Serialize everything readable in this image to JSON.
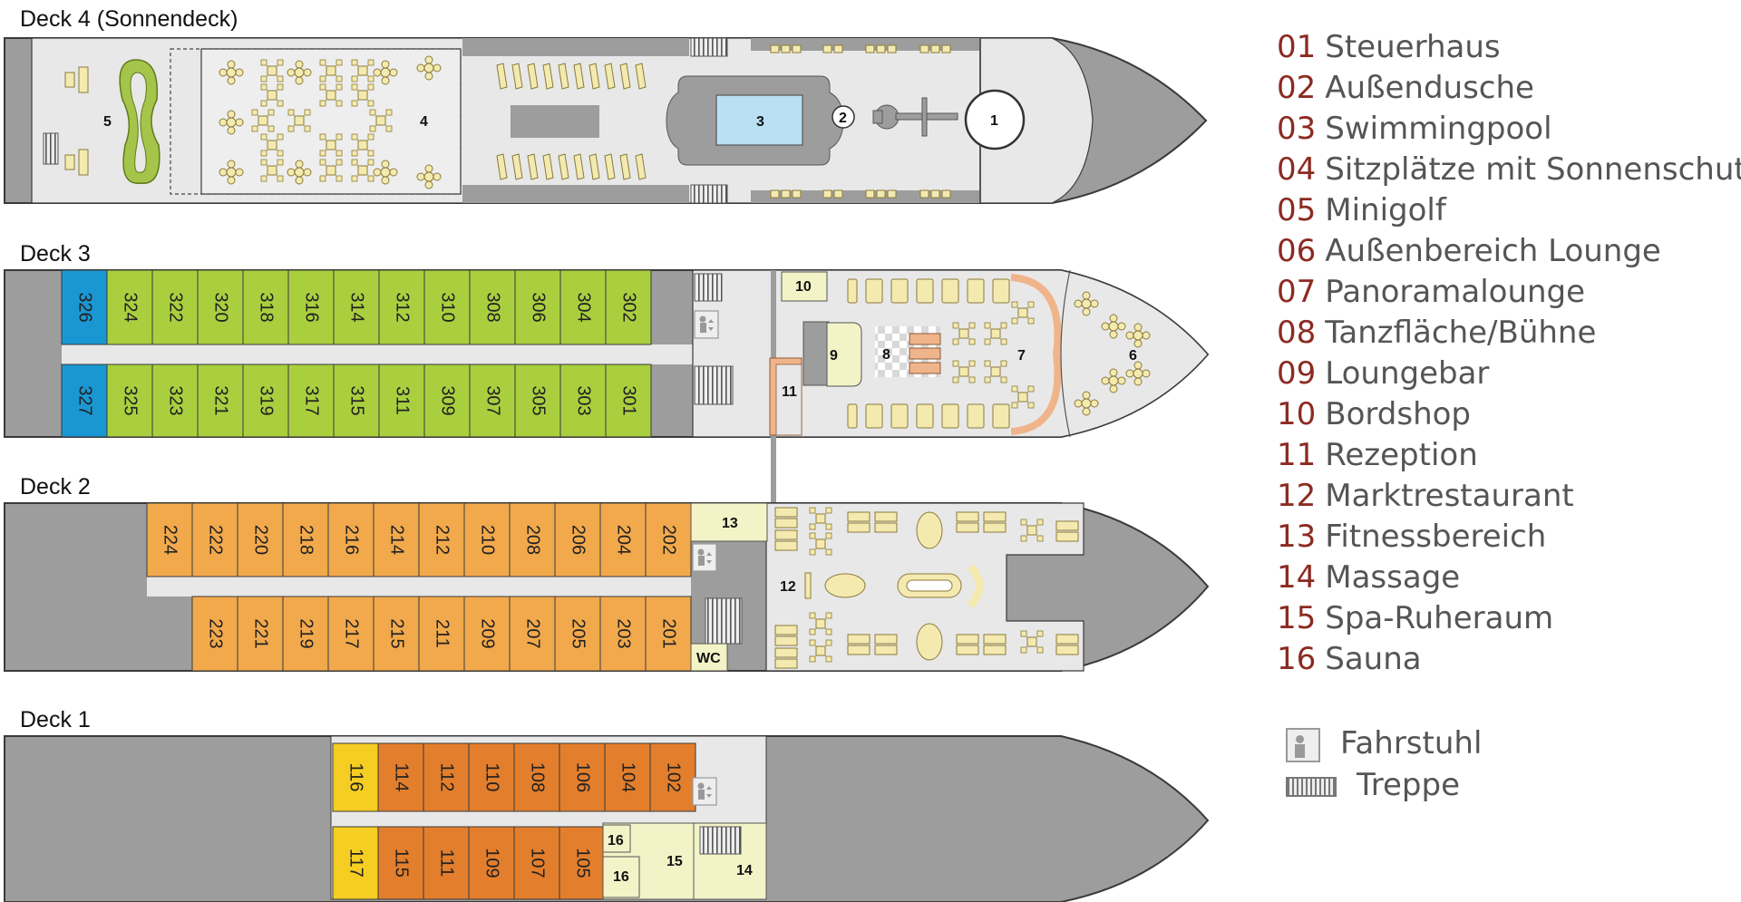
{
  "decks": {
    "deck4": {
      "label": "Deck 4 (Sonnendeck)"
    },
    "deck3": {
      "label": "Deck 3"
    },
    "deck2": {
      "label": "Deck 2"
    },
    "deck1": {
      "label": "Deck 1"
    }
  },
  "areas_deck4": {
    "a1": "1",
    "a2": "2",
    "a3": "3",
    "a4": "4",
    "a5": "5"
  },
  "areas_deck3": {
    "a6": "6",
    "a7": "7",
    "a8": "8",
    "a9": "9",
    "a10": "10",
    "a11": "11"
  },
  "areas_deck2": {
    "a12": "12",
    "a13": "13",
    "wc": "WC"
  },
  "areas_deck1": {
    "a14": "14",
    "a15": "15",
    "a16a": "16",
    "a16b": "16"
  },
  "cabins": {
    "deck3_top": [
      "326",
      "324",
      "322",
      "320",
      "318",
      "316",
      "314",
      "312",
      "310",
      "308",
      "306",
      "304",
      "302"
    ],
    "deck3_bottom": [
      "327",
      "325",
      "323",
      "321",
      "319",
      "317",
      "315",
      "311",
      "309",
      "307",
      "305",
      "303",
      "301"
    ],
    "deck2_top": [
      "224",
      "222",
      "220",
      "218",
      "216",
      "214",
      "212",
      "210",
      "208",
      "206",
      "204",
      "202"
    ],
    "deck2_bottom": [
      "223",
      "221",
      "219",
      "217",
      "215",
      "211",
      "209",
      "207",
      "205",
      "203",
      "201"
    ],
    "deck1_top": [
      "116",
      "114",
      "112",
      "110",
      "108",
      "106",
      "104",
      "102"
    ],
    "deck1_bottom": [
      "117",
      "115",
      "111",
      "109",
      "107",
      "105"
    ]
  },
  "legend": [
    {
      "num": "01",
      "label": "Steuerhaus"
    },
    {
      "num": "02",
      "label": "Außendusche"
    },
    {
      "num": "03",
      "label": "Swimmingpool"
    },
    {
      "num": "04",
      "label": "Sitzplätze mit Sonnenschutz"
    },
    {
      "num": "05",
      "label": "Minigolf"
    },
    {
      "num": "06",
      "label": "Außenbereich Lounge"
    },
    {
      "num": "07",
      "label": "Panoramalounge"
    },
    {
      "num": "08",
      "label": "Tanzfläche/Bühne"
    },
    {
      "num": "09",
      "label": "Loungebar"
    },
    {
      "num": "10",
      "label": "Bordshop"
    },
    {
      "num": "11",
      "label": "Rezeption"
    },
    {
      "num": "12",
      "label": "Marktrestaurant"
    },
    {
      "num": "13",
      "label": "Fitnessbereich"
    },
    {
      "num": "14",
      "label": "Massage"
    },
    {
      "num": "15",
      "label": "Spa-Ruheraum"
    },
    {
      "num": "16",
      "label": "Sauna"
    }
  ],
  "symbols": {
    "lift": "Fahrstuhl",
    "stairs": "Treppe"
  },
  "colors": {
    "hull": "#9d9d9d",
    "deck_floor": "#e8e8e8",
    "outline": "#3a3a3a",
    "deck3_cabin": "#a9cf3f",
    "deck3_suite": "#1a97d3",
    "deck2_cabin": "#f2a94c",
    "deck1_cabin": "#e37e2c",
    "deck1_suite": "#f6cd22",
    "public_area": "#f3f3c8",
    "pool_water": "#b9e0f3",
    "minigolf": "#a4c54a",
    "furniture": "#f4eab0",
    "furniture_line": "#8a7a3a",
    "lounge_wall": "#f0b48a",
    "legend_number": "#8c2a22"
  }
}
